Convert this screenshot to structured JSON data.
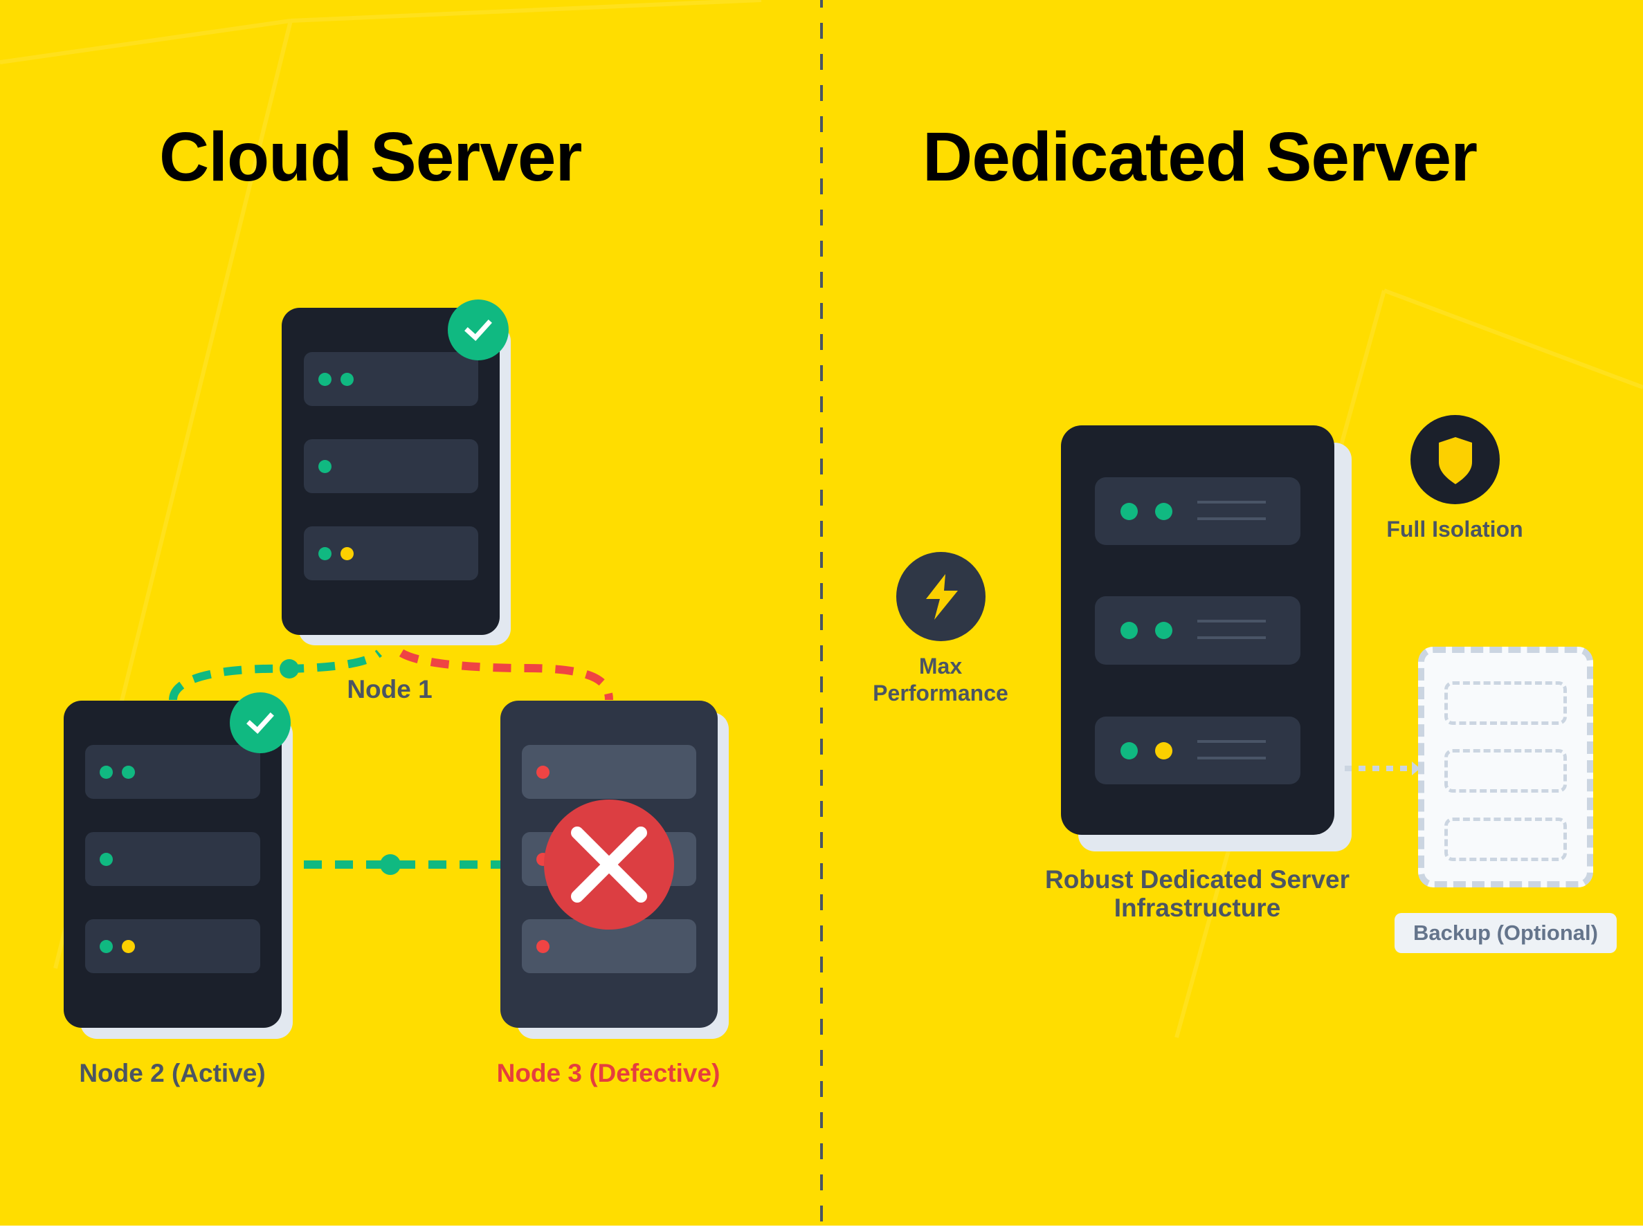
{
  "colors": {
    "background": "#ffdd00",
    "server_body": "#1b202b",
    "server_body_defective": "#2e3646",
    "slot": "#2e3646",
    "slot_defective": "#4a5567",
    "server_shadow": "#e2e8f0",
    "led_green": "#10b981",
    "led_yellow": "#fcd000",
    "led_red": "#ef4444",
    "ok_badge": "#10b981",
    "error_badge": "#dc3e42",
    "label_gray": "#4b5563",
    "label_red": "#e53e3e",
    "divider": "#4b5563",
    "backup_dashes": "#cbd5e1"
  },
  "left_panel": {
    "title": "Cloud Server",
    "nodes": [
      {
        "id": "node1",
        "label": "Node 1",
        "status": "ok",
        "status_icon": "check-icon",
        "slots": [
          [
            "green",
            "green"
          ],
          [
            "green"
          ],
          [
            "green",
            "yellow"
          ]
        ]
      },
      {
        "id": "node2",
        "label": "Node 2 (Active)",
        "status": "ok",
        "status_icon": "check-icon",
        "slots": [
          [
            "green",
            "green"
          ],
          [
            "green"
          ],
          [
            "green",
            "yellow"
          ]
        ]
      },
      {
        "id": "node3",
        "label": "Node 3 (Defective)",
        "status": "defective",
        "status_icon": "x-icon",
        "slots": [
          [
            "red"
          ],
          [
            "red"
          ],
          [
            "red"
          ]
        ]
      }
    ],
    "connections": [
      {
        "from": "node1",
        "to": "node2",
        "style": "dashed",
        "color": "green"
      },
      {
        "from": "node1",
        "to": "node3",
        "style": "dashed",
        "color": "red"
      },
      {
        "from": "node2",
        "to": "node3",
        "style": "dashed",
        "color": "green"
      }
    ]
  },
  "right_panel": {
    "title": "Dedicated Server",
    "server": {
      "caption_line1": "Robust Dedicated Server",
      "caption_line2": "Infrastructure",
      "slots": [
        [
          "green",
          "green"
        ],
        [
          "green",
          "green"
        ],
        [
          "green",
          "yellow"
        ]
      ]
    },
    "features": [
      {
        "icon": "lightning-icon",
        "line1": "Max",
        "line2": "Performance"
      },
      {
        "icon": "shield-icon",
        "line1": "Full Isolation"
      }
    ],
    "backup": {
      "label": "Backup (Optional)"
    }
  }
}
